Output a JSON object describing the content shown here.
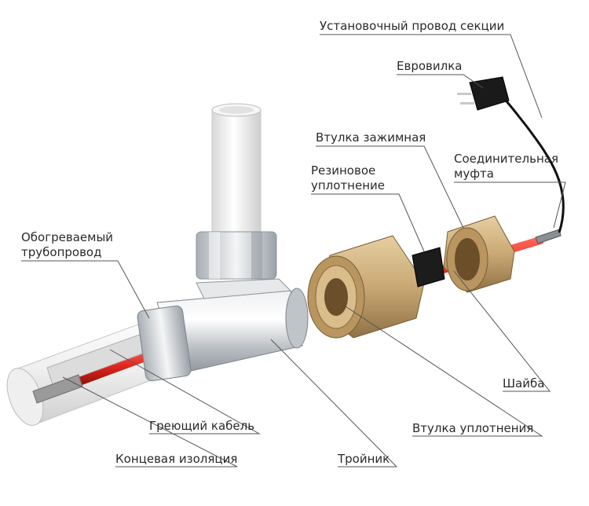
{
  "labels": {
    "install_wire": "Установочный провод секции",
    "euro_plug": "Евровилка",
    "clamp_sleeve": "Втулка зажимная",
    "connector_line1": "Соединительная",
    "connector_line2": "муфта",
    "rubber_seal_line1": "Резиновое",
    "rubber_seal_line2": "уплотнение",
    "heated_pipe_line1": "Обогреваемый",
    "heated_pipe_line2": "трубопровод",
    "washer": "Шайба",
    "seal_sleeve": "Втулка уплотнения",
    "heating_cable": "Греющий кабель",
    "tee": "Тройник",
    "end_insulation": "Концевая изоляция"
  },
  "watermark": "",
  "colors": {
    "pipe_white": "#f2f2f2",
    "steel": "#c8ccd0",
    "brass": "#c9a874",
    "cable_red": "#e0261e",
    "leader_line": "#555555"
  }
}
